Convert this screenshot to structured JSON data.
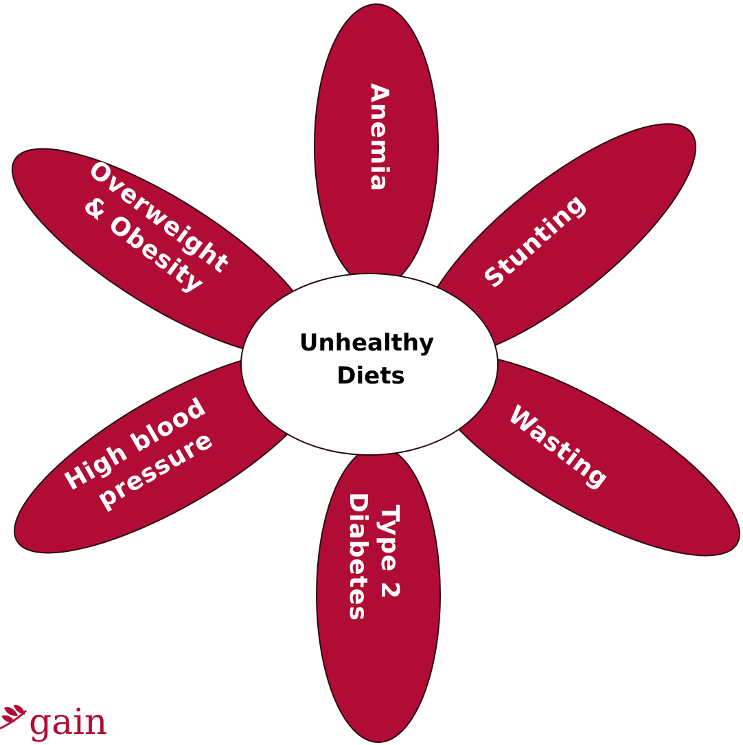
{
  "diagram": {
    "center": {
      "lines": [
        "Unhealthy",
        "Diets"
      ]
    },
    "petals": [
      {
        "id": "anemia",
        "lines": [
          "Anemia"
        ]
      },
      {
        "id": "stunting",
        "lines": [
          "Stunting"
        ]
      },
      {
        "id": "wasting",
        "lines": [
          "Wasting"
        ]
      },
      {
        "id": "type-2-diabetes",
        "lines": [
          "Type 2",
          "Diabetes"
        ]
      },
      {
        "id": "high-blood-pressure",
        "lines": [
          "High blood",
          "pressure"
        ]
      },
      {
        "id": "overweight-obesity",
        "lines": [
          "Overweight",
          "& Obesity"
        ]
      }
    ]
  },
  "logo": {
    "text": "gain"
  },
  "colors": {
    "petal": "#b10c35",
    "center": "#ffffff",
    "outline": "#2a0a10"
  }
}
